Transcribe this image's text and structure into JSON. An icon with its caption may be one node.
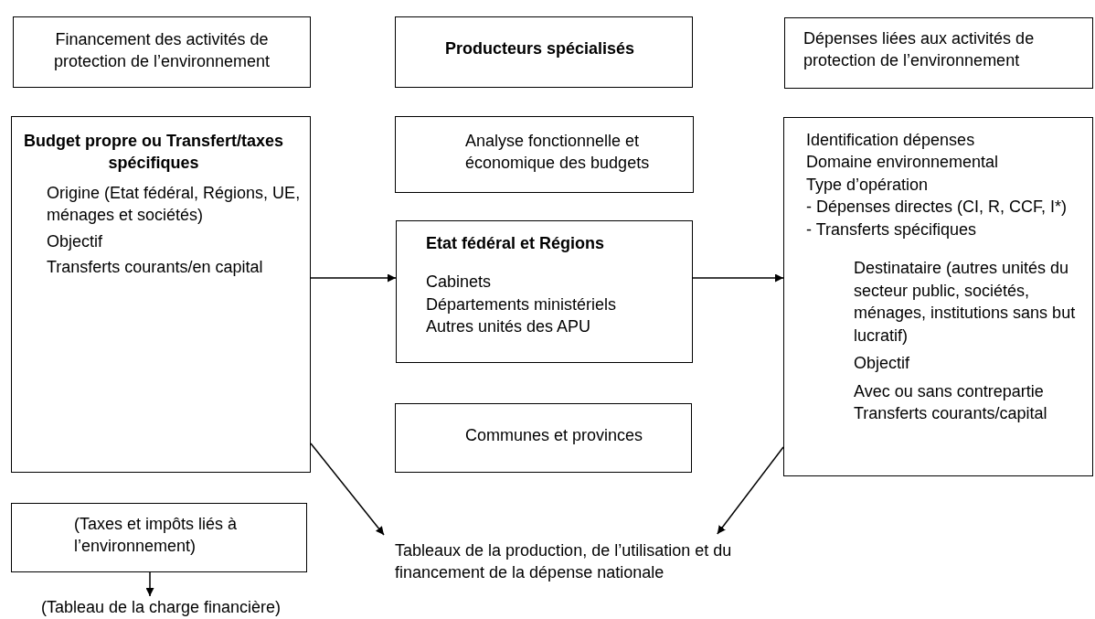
{
  "diagram": {
    "nodes": [
      {
        "text": [
          "Financement des activités de protection de l’environnement"
        ]
      },
      {
        "text": [
          "Budget propre ou Transfert/taxes spécifiques",
          "Origine (Etat fédéral, Régions, UE, ménages et sociétés)",
          "Objectif",
          "Transferts courants/en capital"
        ]
      },
      {
        "text": [
          "(Taxes et impôts liés à l’environnement)"
        ]
      },
      {
        "text": [
          "(Tableau de la charge financière)"
        ]
      },
      {
        "text": [
          "Producteurs spécialisés"
        ]
      },
      {
        "text": [
          "Analyse fonctionnelle et économique des budgets"
        ]
      },
      {
        "text": [
          "Etat fédéral et Régions",
          "Cabinets",
          "Départements ministériels",
          "Autres unités des APU"
        ]
      },
      {
        "text": [
          "Communes et provinces"
        ]
      },
      {
        "text": [
          "Dépenses liées aux activités de protection de l’environnement"
        ]
      },
      {
        "text": [
          "Identification dépenses",
          "Domaine environnemental",
          "Type d’opération",
          "- Dépenses directes (CI, R, CCF, I*)",
          "- Transferts spécifiques",
          "Destinataire (autres unités du secteur public, sociétés, ménages, institutions sans but lucratif)",
          "Objectif",
          "Avec ou sans contrepartie",
          "Transferts courants/capital"
        ]
      },
      {
        "text": [
          "Tableaux de la production, de l’utilisation et du financement de la dépense nationale"
        ]
      }
    ],
    "edges": [
      {
        "from": 2,
        "to": 3,
        "arrow": "to"
      },
      {
        "from": 1,
        "to": 6,
        "arrow": "to"
      },
      {
        "from": 6,
        "to": 9,
        "arrow": "to"
      },
      {
        "from": 1,
        "to": 10,
        "arrow": "to"
      },
      {
        "from": 9,
        "to": 10,
        "arrow": "to"
      }
    ]
  }
}
